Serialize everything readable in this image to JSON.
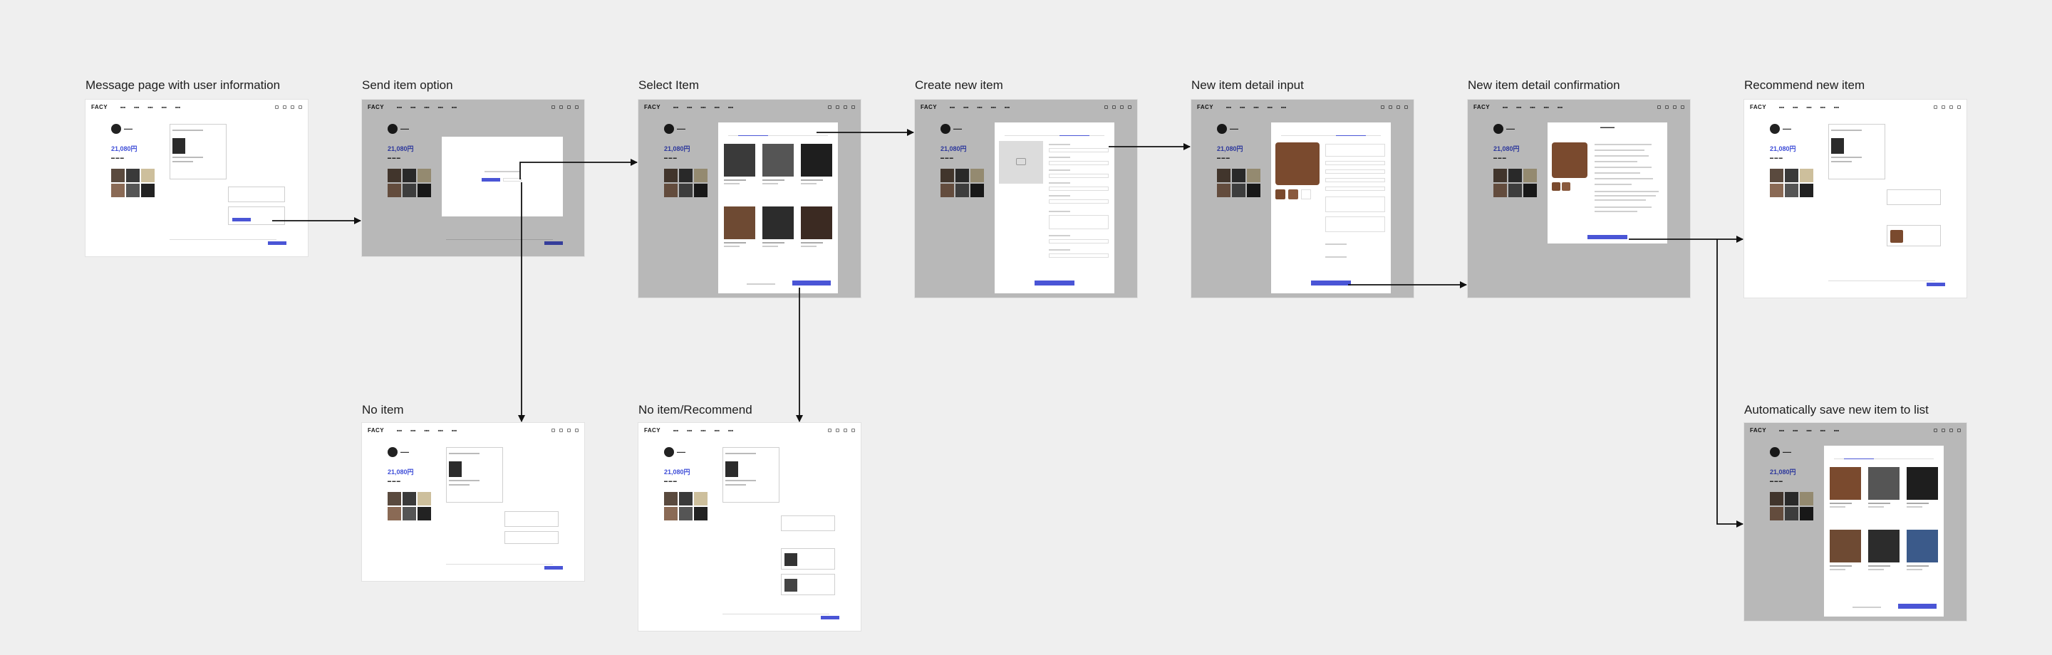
{
  "labels": {
    "f1": "Message page with user information",
    "f2": "Send item option",
    "f3": "Select Item",
    "f4": "Create new item",
    "f5": "New item detail input",
    "f6": "New item detail confirmation",
    "f7": "Recommend new item",
    "f8": "No item",
    "f9": "No item/Recommend",
    "f10": "Automatically save new item to list"
  },
  "app": {
    "logo": "FACY",
    "price": "21,080円"
  },
  "colors": {
    "background": "#efefef",
    "accent": "#4a55d6",
    "arrow": "#111111",
    "overlay": "rgba(0,0,0,0.28)"
  }
}
